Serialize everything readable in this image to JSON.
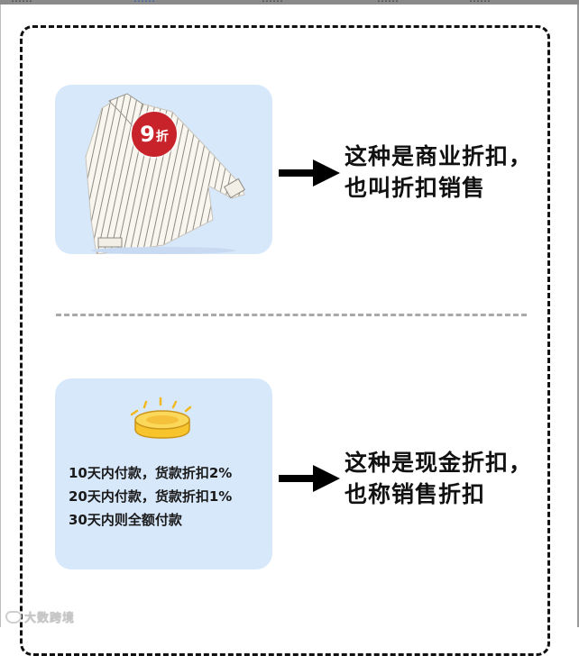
{
  "page": {
    "top_strip_fragments": [
      "……",
      "……",
      "……",
      "……",
      "……"
    ],
    "accent_colors": {
      "card_bg": "#d8e8fb",
      "badge_red": "#c8232b",
      "coin_gold": "#f7c52b",
      "dashed_border": "#111111",
      "divider": "#a9a9a9"
    }
  },
  "sections": [
    {
      "illustration": "striped-shirt",
      "badge": {
        "number": "9",
        "unit": "折"
      },
      "arrow_icon": "right-arrow",
      "description_lines": [
        "这种是商业折扣，",
        "也叫折扣销售"
      ]
    },
    {
      "illustration": "gold-coin",
      "terms_lines": [
        "10天内付款，货款折扣2%",
        "20天内付款，货款折扣1%",
        "30天内则全额付款"
      ],
      "arrow_icon": "right-arrow",
      "description_lines": [
        "这种是现金折扣，",
        "也称销售折扣"
      ]
    }
  ],
  "watermark": {
    "text": "大数跨境"
  }
}
